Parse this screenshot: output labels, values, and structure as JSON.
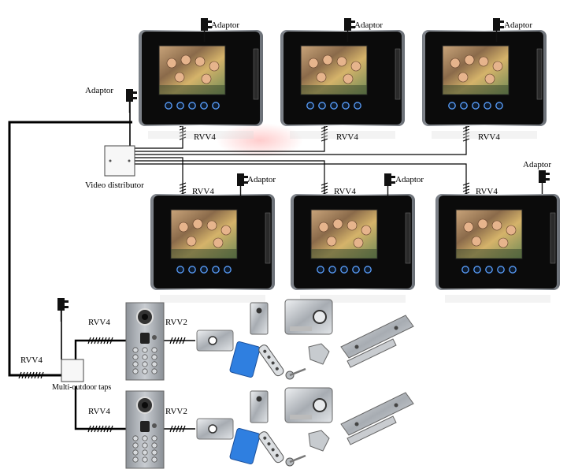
{
  "labels": {
    "adaptor": "Adaptor",
    "rvv4": "RVV4",
    "rvv2": "RVV2",
    "video_distributor": "Video distributor",
    "multi_outdoor_taps": "Multi-outdoor taps"
  },
  "colors": {
    "monitor_bezel": "#0b0b0b",
    "monitor_frame": "#b8bcc2",
    "cable": "#000000",
    "button_glow": "#5aa0ff",
    "door_panel": "#a9aeb4",
    "rfid_card": "#2f7fe0",
    "watermark": "#e23a3a"
  },
  "icons": {
    "monitor": "indoor-monitor-icon",
    "adaptor": "power-adaptor-icon",
    "distributor": "junction-box-icon",
    "door_station": "door-camera-keypad-icon",
    "lock": "electric-lock-icon",
    "magnetic_lock": "magnetic-lock-icon",
    "rfid": "rfid-card-icon",
    "remote": "remote-control-icon",
    "key": "key-icon",
    "tag": "keyfob-tag-icon"
  }
}
